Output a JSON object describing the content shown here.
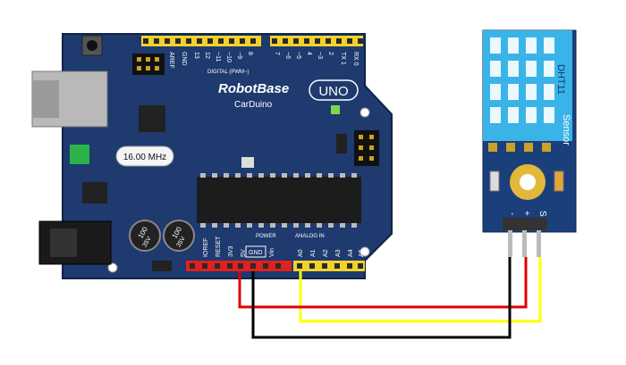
{
  "board": {
    "brand": "RobotBase",
    "model": "CarDuino",
    "badge": "UNO",
    "crystal": "16.00 MHz",
    "digital_label": "DIGITAL (PWM~)",
    "power_label": "POWER",
    "analog_label": "ANALOG IN",
    "cap_a": "35V",
    "cap_a_value": "100",
    "cap_b": "35V",
    "cap_b_value": "100",
    "top_pins": [
      "AREF",
      "GND",
      "13",
      "12",
      "~11",
      "~10",
      "~9",
      "8",
      "7",
      "~6",
      "~5",
      "4",
      "~3",
      "2",
      "TX 1",
      "RX 0"
    ],
    "power_pins": [
      "IOREF",
      "RESET",
      "3V3",
      "5V",
      "GND",
      "Vin"
    ],
    "analog_pins": [
      "A0",
      "A1",
      "A2",
      "A3",
      "A4",
      "A5"
    ]
  },
  "sensor": {
    "name": "DHT11",
    "type": "Sensor",
    "pins": [
      "-",
      "+",
      "S"
    ]
  },
  "colors": {
    "board": "#1e3a6e",
    "board_edge": "#0f2448",
    "header": "#f2d22a",
    "power_header": "#e0211d",
    "sensor_body": "#3ab4e8",
    "sensor_pcb": "#1b3f7a",
    "wire_red": "#e00000",
    "wire_black": "#000000",
    "wire_yellow": "#ffff00"
  }
}
